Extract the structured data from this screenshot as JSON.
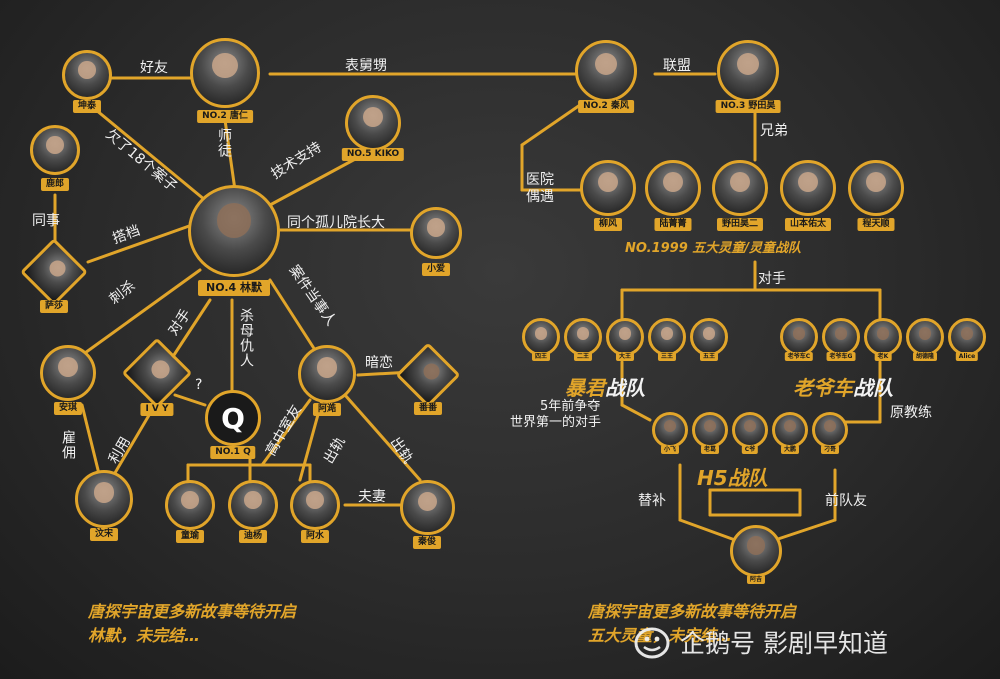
{
  "colors": {
    "accent": "#e1a52a",
    "line": "#e1a52a",
    "text": "#f0f0f0",
    "background": "#2b2b2b"
  },
  "nodes": {
    "kunTai": "坤泰",
    "tangRen": "NO.2 唐仁",
    "kiko": "NO.5 KIKO",
    "luBang": "鹿郎",
    "linMo": "NO.4 林默",
    "saSha": "萨莎",
    "xiaoAi": "小爱",
    "anQi": "安琪",
    "ivy": "I V Y",
    "q": "NO.1 Q",
    "q_letter": "Q",
    "aHao": "阿澔",
    "fanFan": "番番",
    "wenSong": "汶宋",
    "tongYu": "童瑜",
    "yuYang": "迪杨",
    "aShui": "阿水",
    "qinJun": "秦俊",
    "qinFeng": "NO.2 秦风",
    "noda": "NO.3 野田昊",
    "liuFeng": "柳风",
    "luQianqian": "陆菁菁",
    "nodaJr": "野田昊二",
    "yamamoto": "山本佑太",
    "chengTianshun": "程天顺",
    "tyrant1": "四王",
    "tyrant2": "二王",
    "tyrant3": "大王",
    "tyrant4": "三王",
    "tyrant5": "五王",
    "old1": "老爷车C",
    "old2": "老爷车G",
    "old3": "老K",
    "old4": "胡德隆",
    "old5": "Alice",
    "h5_1": "小飞",
    "h5_2": "老葛",
    "h5_3": "C爷",
    "h5_4": "大鹏",
    "h5_5": "刁哥",
    "aJi": "阿吉"
  },
  "relations": {
    "friend": "好友",
    "cousin": "表舅甥",
    "alliance": "联盟",
    "brother": "兄弟",
    "mentor": "师徒",
    "tech": "技术支持",
    "debt": "欠了18个案子",
    "colleague": "同事",
    "partner": "搭档",
    "orphanage": "同个孤儿院长大",
    "assassin": "刺杀",
    "rival": "对手",
    "motherKiller": "杀母仇人",
    "caseParty": "案件当事人",
    "question": "?",
    "crush": "暗恋",
    "servant": "雇佣",
    "useOf": "利用",
    "classmates": "高中室友",
    "cheat1": "出轨",
    "cheat2": "出轨",
    "couple": "夫妻",
    "medical": "医院偶遇",
    "opponent": "对手",
    "fiveYears": "5年前争夺",
    "worldFirst": "世界第一的对手",
    "exCoach": "原教练",
    "substitute": "替补",
    "exTeammate": "前队友"
  },
  "teams": {
    "no1999_prefix": "NO.1999",
    "no1999_name": "五大灵童/灵童战队",
    "tyrant": "暴君",
    "tyrant_suffix": "战队",
    "oldCar": "老爷车",
    "oldCar_suffix": "战队",
    "h5": "H5战队"
  },
  "captions": {
    "left1": "唐探宇宙更多新故事等待开启",
    "left2": "林默，未完结…",
    "right1": "唐探宇宙更多新故事等待开启",
    "right2": "五大灵童，未完结…"
  },
  "watermark": "企鹅号 影剧早知道"
}
